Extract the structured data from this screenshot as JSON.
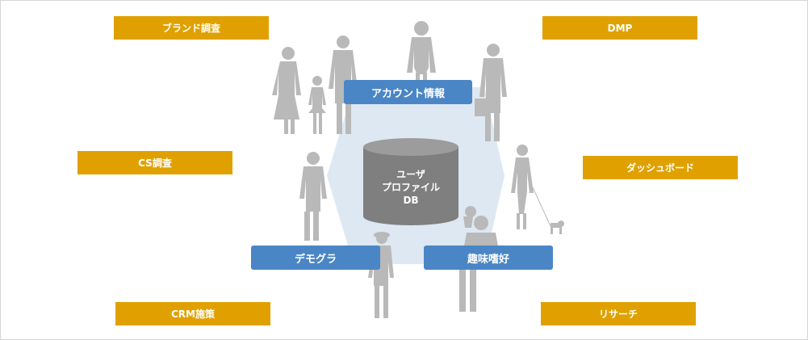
{
  "sources": {
    "brand_survey": "ブランド調査",
    "dmp": "DMP",
    "cs_survey": "CS調査",
    "dashboard": "ダッシュボード",
    "crm": "CRM施策",
    "research": "リサーチ"
  },
  "attributes": {
    "account": "アカウント情報",
    "demographics": "デモグラ",
    "hobbies": "趣味嗜好"
  },
  "database": {
    "line1": "ユーザ",
    "line2": "プロファイル",
    "line3": "DB"
  },
  "colors": {
    "source_label": "#e0a100",
    "attribute_label": "#4a86c5",
    "hexagon": "#dde8f3",
    "cylinder": "#7f7f7f",
    "silhouette": "#b9b9b9"
  }
}
